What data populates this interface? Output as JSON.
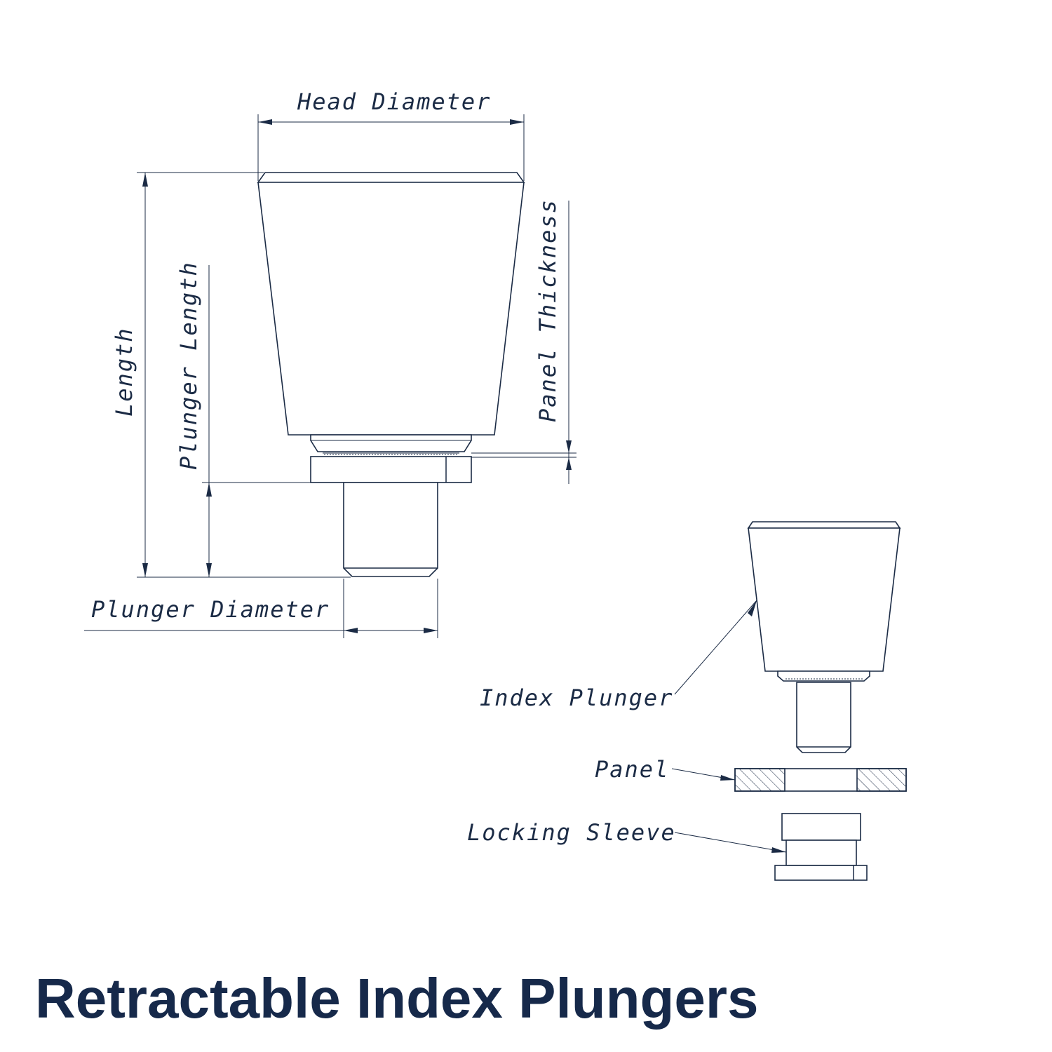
{
  "title": "Retractable Index Plungers",
  "dimension_labels": {
    "head_diameter": "Head Diameter",
    "length": "Length",
    "plunger_length": "Plunger Length",
    "panel_thickness": "Panel Thickness",
    "plunger_diameter": "Plunger Diameter"
  },
  "callouts": {
    "index_plunger": "Index Plunger",
    "panel": "Panel",
    "locking_sleeve": "Locking Sleeve"
  },
  "colors": {
    "line": "#1b2b45",
    "title": "#16294a",
    "background": "#ffffff"
  }
}
